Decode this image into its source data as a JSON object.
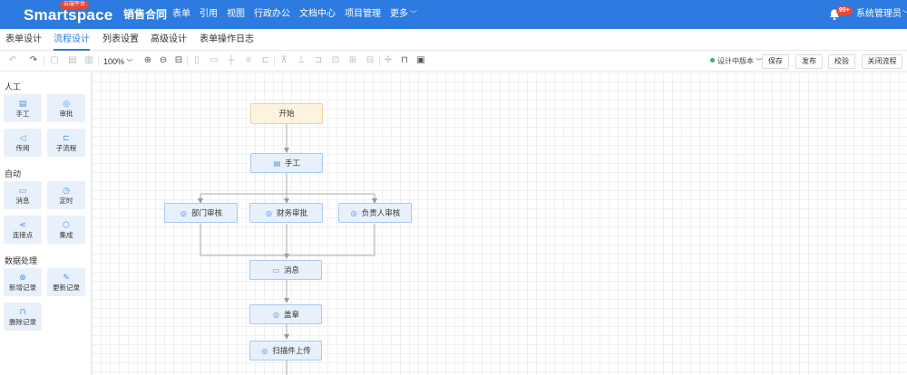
{
  "header": {
    "logo_text": "Smartspace",
    "logo_badge": "云端平台",
    "app_title": "销售合同",
    "nav": [
      "表单",
      "引用",
      "视图",
      "行政办公",
      "文档中心",
      "项目管理",
      "更多"
    ],
    "notification_count": "99+",
    "user": "系统管理员",
    "accent_color": "#2d7be0"
  },
  "tabs": [
    {
      "label": "表单设计",
      "active": false
    },
    {
      "label": "流程设计",
      "active": true
    },
    {
      "label": "列表设置",
      "active": false
    },
    {
      "label": "高级设计",
      "active": false
    },
    {
      "label": "表单操作日志",
      "active": false
    }
  ],
  "toolbar": {
    "zoom": "100%",
    "version_status": "设计中版本",
    "buttons": {
      "save": "保存",
      "publish": "发布",
      "validate": "校验",
      "close": "关闭流程"
    }
  },
  "palette": {
    "groups": [
      {
        "title": "人工",
        "items": [
          {
            "label": "手工",
            "icon": "form-icon"
          },
          {
            "label": "审批",
            "icon": "user-icon"
          },
          {
            "label": "传阅",
            "icon": "send-icon"
          },
          {
            "label": "子流程",
            "icon": "subflow-icon"
          }
        ]
      },
      {
        "title": "自动",
        "items": [
          {
            "label": "消息",
            "icon": "message-icon"
          },
          {
            "label": "定时",
            "icon": "timer-icon"
          },
          {
            "label": "连接点",
            "icon": "share-icon"
          },
          {
            "label": "集成",
            "icon": "cube-icon"
          }
        ]
      },
      {
        "title": "数据处理",
        "items": [
          {
            "label": "新增记录",
            "icon": "add-circle-icon"
          },
          {
            "label": "更新记录",
            "icon": "edit-icon"
          },
          {
            "label": "删除记录",
            "icon": "trash-icon"
          }
        ]
      }
    ]
  },
  "flow": {
    "start": "开始",
    "manual": "手工",
    "dept_review": "部门审核",
    "finance_approve": "财务审批",
    "owner_review": "负责人审核",
    "message": "消息",
    "seal": "盖章",
    "scan_upload": "扫描件上传"
  }
}
